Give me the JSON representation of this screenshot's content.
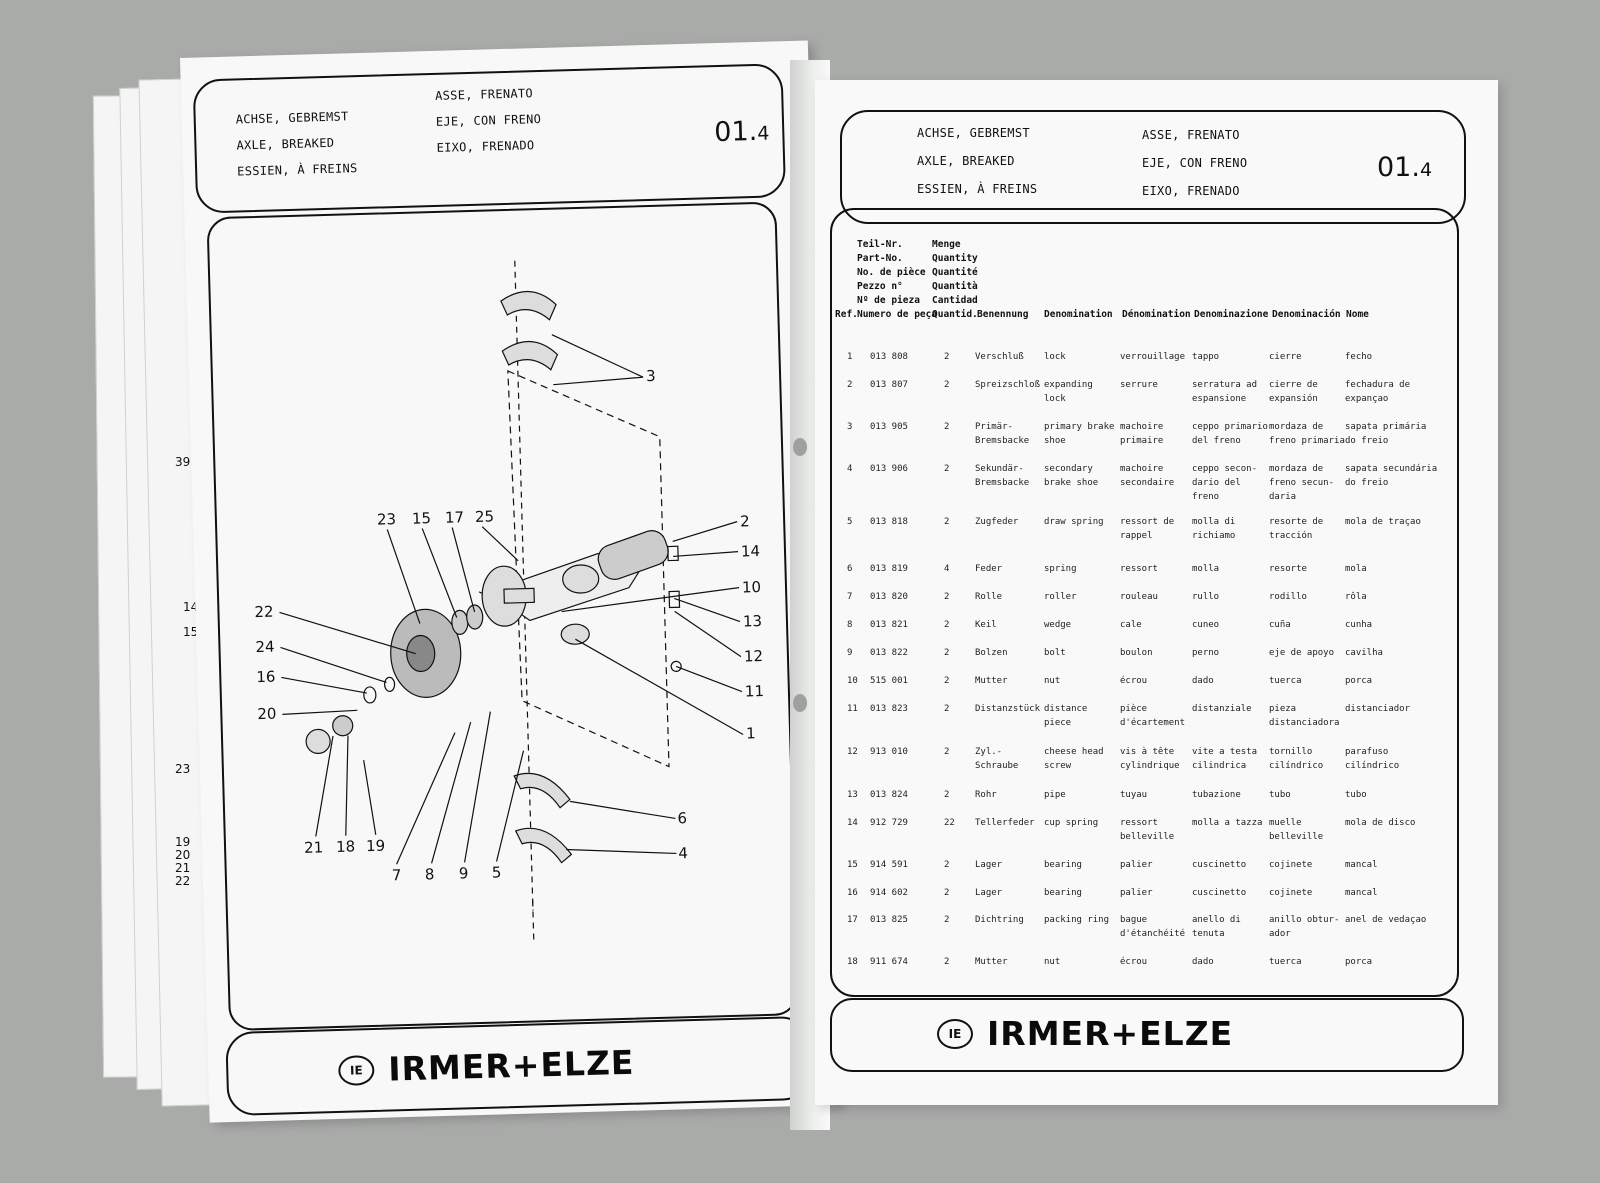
{
  "left_page": {
    "header_de": [
      "ACHSE, GEBREMST"
    ],
    "header_en": "AXLE, BREAKED",
    "header_fr": "ESSIEN, À FREINS",
    "header_it": "ASSE, FRENATO",
    "header_es": "EJE, CON FRENO",
    "header_pt": "EIXO, FRENADO",
    "code": "01.",
    "code_sub": "4",
    "callouts": [
      "3",
      "23",
      "15",
      "17",
      "25",
      "2",
      "14",
      "10",
      "13",
      "12",
      "11",
      "1",
      "22",
      "24",
      "16",
      "20",
      "21",
      "18",
      "19",
      "7",
      "8",
      "9",
      "5",
      "6",
      "4"
    ],
    "under_sheet_numbers": [
      "39",
      "14",
      "15",
      "23",
      "19",
      "20",
      "21",
      "22"
    ],
    "logo_mark": "IE",
    "logo_text": "IRMER+ELZE"
  },
  "right_page": {
    "header_de": "ACHSE, GEBREMST",
    "header_en": "AXLE, BREAKED",
    "header_fr": "ESSIEN, À FREINS",
    "header_it": "ASSE, FRENATO",
    "header_es": "EJE, CON FRENO",
    "header_pt": "EIXO, FRENADO",
    "code": "01.",
    "code_sub": "4",
    "table_head_left": "Teil-Nr.\nPart-No.\nNo. de pièce\nPezzo n°\nNº de pieza\nNumero de peça",
    "table_head_qty": "Menge\nQuantity\nQuantité\nQuantità\nCantidad\nQuantid.",
    "table_head_ref": "Ref.",
    "columns": [
      "Benennung",
      "Denomination",
      "Dénomination",
      "Denominazione",
      "Denominación",
      "Nome"
    ],
    "rows": [
      [
        "1",
        "013 808",
        "2",
        "Verschluß",
        "lock",
        "verrouillage",
        "tappo",
        "cierre",
        "fecho"
      ],
      [
        "2",
        "013 807",
        "2",
        "Spreizschloß",
        "expanding lock",
        "serrure",
        "serratura ad\nespansione",
        "cierre de\nexpansión",
        "fechadura de\nexpançao"
      ],
      [
        "3",
        "013 905",
        "2",
        "Primär-\nBremsbacke",
        "primary brake\nshoe",
        "machoire\nprimaire",
        "ceppo primario\ndel freno",
        "mordaza de\nfreno primaria",
        "sapata primária\ndo freio"
      ],
      [
        "4",
        "013 906",
        "2",
        "Sekundär-\nBremsbacke",
        "secondary\nbrake shoe",
        "machoire\nsecondaire",
        "ceppo secon-\ndario del freno",
        "mordaza de\nfreno secun-\ndaria",
        "sapata secundária\ndo freio"
      ],
      [
        "5",
        "013 818",
        "2",
        "Zugfeder",
        "draw spring",
        "ressort de\nrappel",
        "molla di\nrichiamo",
        "resorte de\ntracción",
        "mola de traçao"
      ],
      [
        "6",
        "013 819",
        "4",
        "Feder",
        "spring",
        "ressort",
        "molla",
        "resorte",
        "mola"
      ],
      [
        "7",
        "013 820",
        "2",
        "Rolle",
        "roller",
        "rouleau",
        "rullo",
        "rodillo",
        "rôla"
      ],
      [
        "8",
        "013 821",
        "2",
        "Keil",
        "wedge",
        "cale",
        "cuneo",
        "cuña",
        "cunha"
      ],
      [
        "9",
        "013 822",
        "2",
        "Bolzen",
        "bolt",
        "boulon",
        "perno",
        "eje de apoyo",
        "cavilha"
      ],
      [
        "10",
        "515 001",
        "2",
        "Mutter",
        "nut",
        "écrou",
        "dado",
        "tuerca",
        "porca"
      ],
      [
        "11",
        "013 823",
        "2",
        "Distanzstück",
        "distance\npiece",
        "pièce\nd'écartement",
        "distanziale",
        "pieza\ndistanciadora",
        "distanciador"
      ],
      [
        "12",
        "913 010",
        "2",
        "Zyl.-Schraube",
        "cheese head\nscrew",
        "vis à tête\ncylindrique",
        "vite a testa\ncilindrica",
        "tornillo\ncilíndrico",
        "parafuso\ncilíndrico"
      ],
      [
        "13",
        "013 824",
        "2",
        "Rohr",
        "pipe",
        "tuyau",
        "tubazione",
        "tubo",
        "tubo"
      ],
      [
        "14",
        "912 729",
        "22",
        "Tellerfeder",
        "cup spring",
        "ressort\nbelleville",
        "molla a tazza",
        "muelle\nbelleville",
        "mola de disco"
      ],
      [
        "15",
        "914 591",
        "2",
        "Lager",
        "bearing",
        "palier",
        "cuscinetto",
        "cojinete",
        "mancal"
      ],
      [
        "16",
        "914 602",
        "2",
        "Lager",
        "bearing",
        "palier",
        "cuscinetto",
        "cojinete",
        "mancal"
      ],
      [
        "17",
        "013 825",
        "2",
        "Dichtring",
        "packing ring",
        "bague\nd'étanchéité",
        "anello di\ntenuta",
        "anillo obtur-\nador",
        "anel de vedaçao"
      ],
      [
        "18",
        "911 674",
        "2",
        "Mutter",
        "nut",
        "écrou",
        "dado",
        "tuerca",
        "porca"
      ]
    ],
    "logo_mark": "IE",
    "logo_text": "IRMER+ELZE"
  }
}
